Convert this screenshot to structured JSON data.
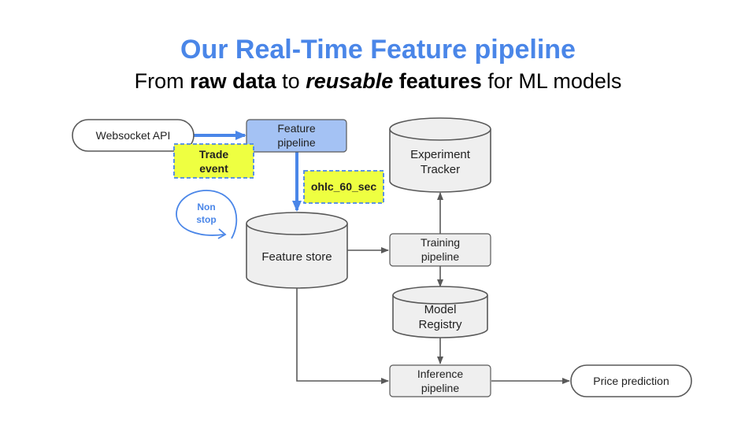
{
  "title": "Our Real-Time Feature pipeline",
  "subtitle": {
    "part1": "From ",
    "part2": "raw data",
    "part3": " to ",
    "part4": "reusable",
    "part5": " features",
    "part6": " for ML models"
  },
  "nodes": {
    "websocket_api": "Websocket API",
    "feature_pipeline": [
      "Feature",
      "pipeline"
    ],
    "trade_event": [
      "Trade",
      "event"
    ],
    "ohlc": "ohlc_60_sec",
    "non_stop": [
      "Non",
      "stop"
    ],
    "feature_store": "Feature store",
    "experiment_tracker": [
      "Experiment",
      "Tracker"
    ],
    "training_pipeline": [
      "Training",
      "pipeline"
    ],
    "model_registry": [
      "Model",
      "Registry"
    ],
    "inference_pipeline": [
      "Inference",
      "pipeline"
    ],
    "price_prediction": "Price prediction"
  },
  "colors": {
    "accent_blue": "#4a86e8",
    "feature_box_fill": "#a4c2f4",
    "note_fill": "#eeff41",
    "gray_fill": "#efefef",
    "stroke": "#595959"
  }
}
